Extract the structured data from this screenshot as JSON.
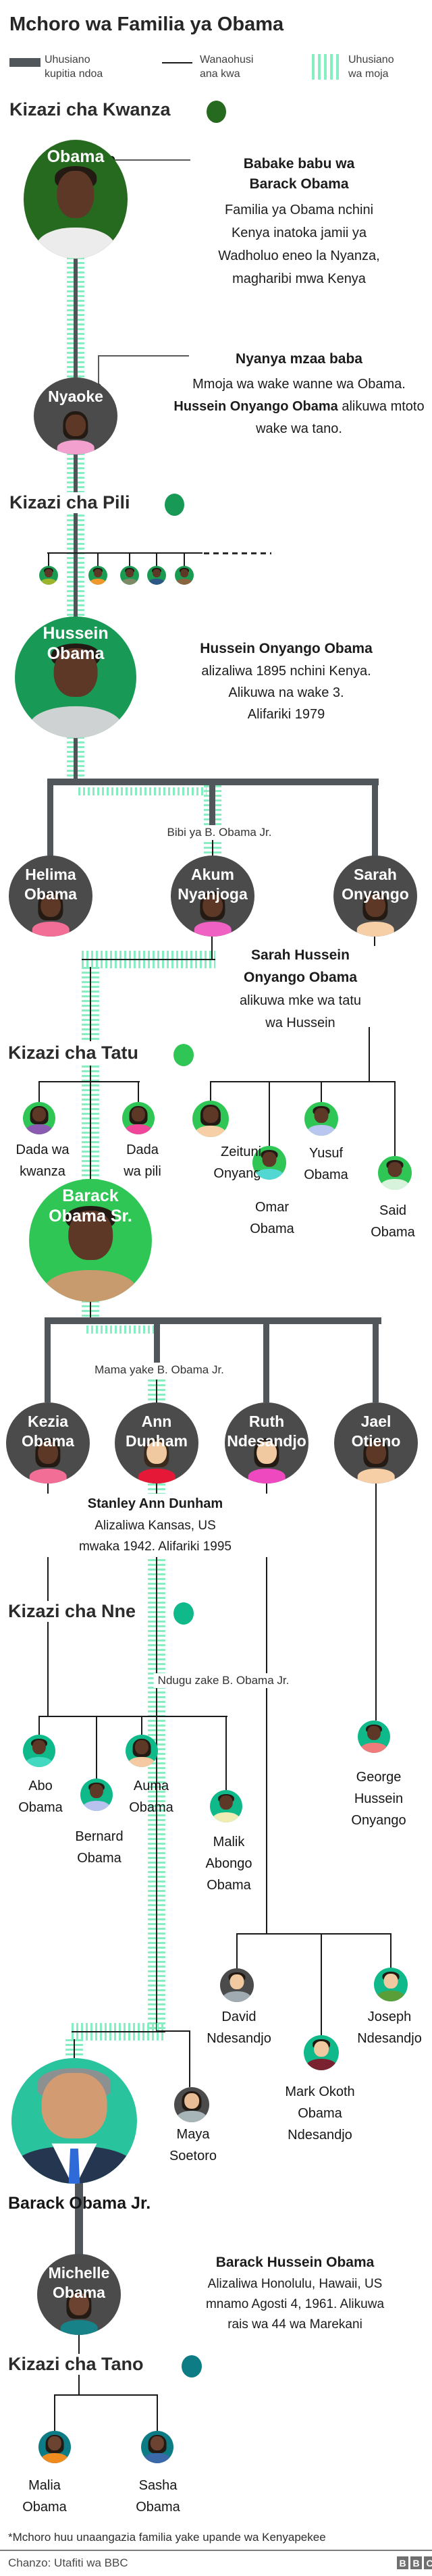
{
  "title": "Mchoro wa Familia ya Obama",
  "legend": {
    "marriage": "Uhusiano\nkupitia ndoa",
    "blood": "Wanaohusi\nana kwa",
    "single": "Uhusiano\nwa moja"
  },
  "sections": {
    "first": "Kizazi cha Kwanza",
    "second": "Kizazi cha Pili",
    "third": "Kizazi cha Tatu",
    "fourth": "Kizazi cha Nne",
    "fifth": "Kizazi cha Tano"
  },
  "colors": {
    "gen1": "#256a1e",
    "gen2": "#189a56",
    "gen3": "#2fc655",
    "gen4": "#10b98a",
    "gen5": "#0e7c84",
    "gray_circle": "#4b4b4b",
    "hatch": "#86efc2",
    "marriage_bar": "#50565a"
  },
  "annotations": {
    "babu_title": "Babake babu wa\nBarack Obama",
    "babu_body": "Familia ya Obama nchini\nKenya inatoka jamii ya\nWadholuo eneo la Nyanza,\nmagharibi mwa Kenya",
    "nyanya_title": "Nyanya mzaa baba",
    "nyanya_body_pre": "Mmoja wa wake wanne wa Obama.  ",
    "nyanya_body_bold": "Hussein Onyango Obama",
    "nyanya_body_post": " alikuwa mtoto wake wa tano.",
    "hussein_title": "Hussein Onyango Obama",
    "hussein_body": "alizaliwa 1895 nchini Kenya.\nAlikuwa na wake 3.\nAlifariki 1979",
    "bibi": "Bibi ya B. Obama Jr.",
    "sarah_title": "Sarah Hussein\nOnyango Obama",
    "sarah_body": "alikuwa mke wa tatu\nwa Hussein",
    "mama": "Mama yake B. Obama Jr.",
    "stanley_title": "Stanley Ann Dunham",
    "stanley_body": "Alizaliwa Kansas, US\nmwaka  1942. Alifariki 1995",
    "ndugu": "Ndugu zake B. Obama Jr.",
    "barack_title": "Barack Hussein Obama",
    "barack_body": "Alizaliwa Honolulu, Hawaii, US\nmnamo  Agosti 4, 1961. Alikuwa\nrais wa 44 wa Marekani"
  },
  "people": {
    "obama": {
      "name": "Obama",
      "circle": "#256a1e",
      "skin": "#5d3826",
      "shirt": "#ececec",
      "sex": "m"
    },
    "nyaoke": {
      "name": "Nyaoke",
      "circle": "#4b4b4b",
      "skin": "#5d3826",
      "shirt": "#f2a0ce",
      "sex": "f"
    },
    "sib1": {
      "name": "",
      "circle": "#1a9b52",
      "skin": "#5d3826",
      "shirt": "#9db52c",
      "sex": "m"
    },
    "sib2": {
      "name": "",
      "circle": "#1a9b52",
      "skin": "#5d3826",
      "shirt": "#f0982c",
      "sex": "m"
    },
    "sib3": {
      "name": "",
      "circle": "#1a9b52",
      "skin": "#5d3826",
      "shirt": "#7d8a66",
      "sex": "m"
    },
    "sib4": {
      "name": "",
      "circle": "#1a9b52",
      "skin": "#5d3826",
      "shirt": "#2c5784",
      "sex": "m"
    },
    "sib5": {
      "name": "",
      "circle": "#1a9b52",
      "skin": "#5d3826",
      "shirt": "#8a6340",
      "sex": "m"
    },
    "hussein": {
      "name": "Hussein\nObama",
      "circle": "#189a56",
      "skin": "#5d3826",
      "shirt": "#cfd2d3",
      "sex": "m"
    },
    "helima": {
      "name": "Helima\nObama",
      "circle": "#4b4b4b",
      "skin": "#5d3826",
      "shirt": "#f26e96",
      "sex": "f"
    },
    "akum": {
      "name": "Akum\nNyanjoga",
      "circle": "#4b4b4b",
      "skin": "#5d3826",
      "shirt": "#f061c4",
      "sex": "f"
    },
    "sarah": {
      "name": "Sarah\nOnyango",
      "circle": "#4b4b4b",
      "skin": "#5d3826",
      "shirt": "#f7cfa7",
      "sex": "f"
    },
    "dada1": {
      "name": "Dada wa\nkwanza",
      "circle": "#2fc655",
      "skin": "#5d3826",
      "shirt": "#8a5bb0",
      "sex": "f"
    },
    "dada2": {
      "name": "Dada\nwa pili",
      "circle": "#2fc655",
      "skin": "#5d3826",
      "shirt": "#f0479b",
      "sex": "f"
    },
    "zeituni": {
      "name": "Zeituni\nOnyango",
      "circle": "#2fc655",
      "skin": "#5d3826",
      "shirt": "#f7cfa7",
      "sex": "f"
    },
    "omar": {
      "name": "Omar\nObama",
      "circle": "#2fc655",
      "skin": "#5d3826",
      "shirt": "#52d7d2",
      "sex": "m"
    },
    "yusuf": {
      "name": "Yusuf\nObama",
      "circle": "#2fc655",
      "skin": "#5d3826",
      "shirt": "#b9c6ef",
      "sex": "m"
    },
    "said": {
      "name": "Said\nObama",
      "circle": "#2fc655",
      "skin": "#5d3826",
      "shirt": "#d8f3dc",
      "sex": "m"
    },
    "barack_sr": {
      "name": "Barack\nObama Sr.",
      "circle": "#2fc655",
      "skin": "#5d3826",
      "shirt": "#c79b6e",
      "sex": "m"
    },
    "kezia": {
      "name": "Kezia\nObama",
      "circle": "#4b4b4b",
      "skin": "#5d3826",
      "shirt": "#f26e96",
      "sex": "f"
    },
    "ann": {
      "name": "Ann\nDunham",
      "circle": "#4b4b4b",
      "skin": "#f0c9a0",
      "shirt": "#e51937",
      "sex": "f",
      "hair": "#3a2a1c"
    },
    "ruth": {
      "name": "Ruth\nNdesandjo",
      "circle": "#4b4b4b",
      "skin": "#f0c9a0",
      "shirt": "#ef49c0",
      "sex": "f"
    },
    "jael": {
      "name": "Jael\nOtieno",
      "circle": "#4b4b4b",
      "skin": "#5d3826",
      "shirt": "#f7cfa7",
      "sex": "f"
    },
    "abo": {
      "name": "Abo\nObama",
      "circle": "#10b98a",
      "skin": "#5d3826",
      "shirt": "#43d9c0",
      "sex": "m"
    },
    "bernard": {
      "name": "Bernard\nObama",
      "circle": "#10b98a",
      "skin": "#5d3826",
      "shirt": "#b9c2ee",
      "sex": "m"
    },
    "auma": {
      "name": "Auma\nObama",
      "circle": "#10b98a",
      "skin": "#5d3826",
      "shirt": "#f5c9a2",
      "sex": "f"
    },
    "malik": {
      "name": "Malik\nAbongo\nObama",
      "circle": "#10b98a",
      "skin": "#5d3826",
      "shirt": "#f0edb4",
      "sex": "m"
    },
    "george": {
      "name": "George\nHussein\nOnyango",
      "circle": "#10b98a",
      "skin": "#5d3826",
      "shirt": "#f07b7b",
      "sex": "m"
    },
    "david": {
      "name": "David\nNdesandjo",
      "circle": "#4b4b4b",
      "skin": "#f0c9a0",
      "shirt": "#9fabb0",
      "sex": "m"
    },
    "joseph": {
      "name": "Joseph\nNdesandjo",
      "circle": "#10b98a",
      "skin": "#f0c9a0",
      "shirt": "#5a9e3a",
      "sex": "m"
    },
    "mark": {
      "name": "Mark Okoth\nObama\nNdesandjo",
      "circle": "#10b98a",
      "skin": "#f0c9a0",
      "shirt": "#7a2230",
      "sex": "m"
    },
    "barack_jr": {
      "name": "Barack Obama Jr.",
      "circle": "#29c39e",
      "skin": "#d29b72",
      "shirt": "#ffffff",
      "suit": "#253650",
      "tie": "#2f6bd8",
      "hair": "#8d9091",
      "sex": "m",
      "type": "potus"
    },
    "maya": {
      "name": "Maya\nSoetoro",
      "circle": "#4b4b4b",
      "skin": "#e8bd95",
      "shirt": "#a7b4b8",
      "sex": "f"
    },
    "michelle": {
      "name": "Michelle\nObama",
      "circle": "#4b4b4b",
      "skin": "#6b4330",
      "shirt": "#178287",
      "sex": "f"
    },
    "malia": {
      "name": "Malia\nObama",
      "circle": "#0e7c84",
      "skin": "#6b4330",
      "shirt": "#ef8b1f",
      "sex": "f"
    },
    "sasha": {
      "name": "Sasha\nObama",
      "circle": "#0e7c84",
      "skin": "#6b4330",
      "shirt": "#3a68a8",
      "sex": "f"
    }
  },
  "footer": {
    "note": "*Mchoro huu unaangazia familia yake upande wa Kenyapekee",
    "source": "Chanzo: Utafiti wa BBC",
    "logo": [
      "B",
      "B",
      "C"
    ]
  }
}
